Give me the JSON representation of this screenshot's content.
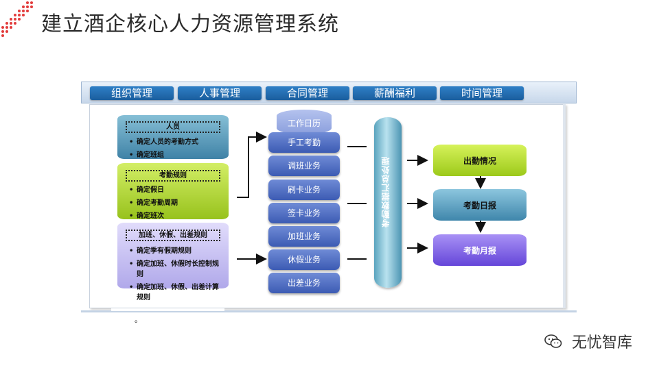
{
  "title": "建立酒企核心人力资源管理系统",
  "nav": {
    "tabs": [
      "组织管理",
      "人事管理",
      "合同管理",
      "薪酬福利",
      "时间管理"
    ]
  },
  "left_boxes": {
    "staff": {
      "header": "人员",
      "items": [
        "确定人员的考勤方式",
        "确定班组"
      ]
    },
    "rules": {
      "header": "考勤规则",
      "items": [
        "确定假日",
        "确定考勤周期",
        "确定班次"
      ]
    },
    "overtime": {
      "header": "加班、休假、出差规则",
      "items": [
        "确定季有假期规则",
        "确定加班、休假时长控制规则",
        "确定加班、休假、出差计算规则"
      ]
    }
  },
  "stack": {
    "top": "工作日历",
    "items": [
      "手工考勤",
      "调班业务",
      "刷卡业务",
      "签卡业务",
      "加班业务",
      "休假业务",
      "出差业务"
    ]
  },
  "process": "考勤数据汇总处理",
  "outputs": [
    "出勤情况",
    "考勤日报",
    "考勤月报"
  ],
  "footer_glyph": "。",
  "watermark": "无忧智库",
  "colors": {
    "staff": "#4f8fb0",
    "rules": "#a9d02a",
    "overtime": "#c6c1f0",
    "out1": "#b6e022",
    "out2": "#5a9fc0",
    "out3": "#7b63e3"
  }
}
